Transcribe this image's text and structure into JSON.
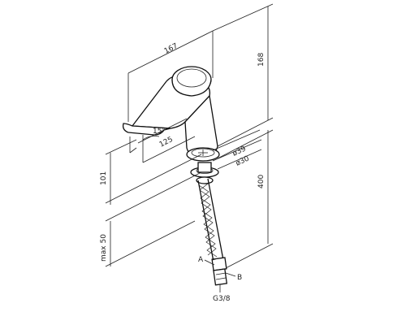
{
  "drawing": {
    "dimensions": {
      "spout_length": "167",
      "height_top": "168",
      "angle": "15°",
      "reach": "125",
      "diameter_39": "ø39",
      "diameter_30": "ø30",
      "height_101": "101",
      "hose_length": "400",
      "max_thickness": "max 50"
    },
    "labels": {
      "point_a": "A",
      "point_b": "B",
      "thread": "G3/8"
    }
  }
}
